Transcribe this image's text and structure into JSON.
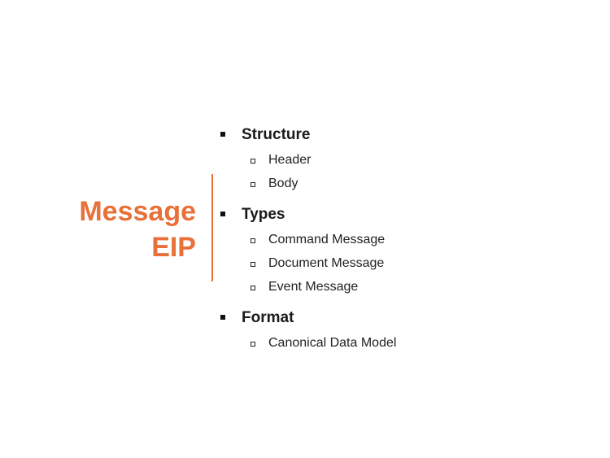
{
  "title": {
    "line1": "Message",
    "line2": "EIP",
    "color": "#e8713a"
  },
  "outline": [
    {
      "label": "Structure",
      "items": [
        "Header",
        "Body"
      ]
    },
    {
      "label": "Types",
      "items": [
        "Command Message",
        "Document Message",
        "Event Message"
      ]
    },
    {
      "label": "Format",
      "items": [
        "Canonical Data Model"
      ]
    }
  ]
}
